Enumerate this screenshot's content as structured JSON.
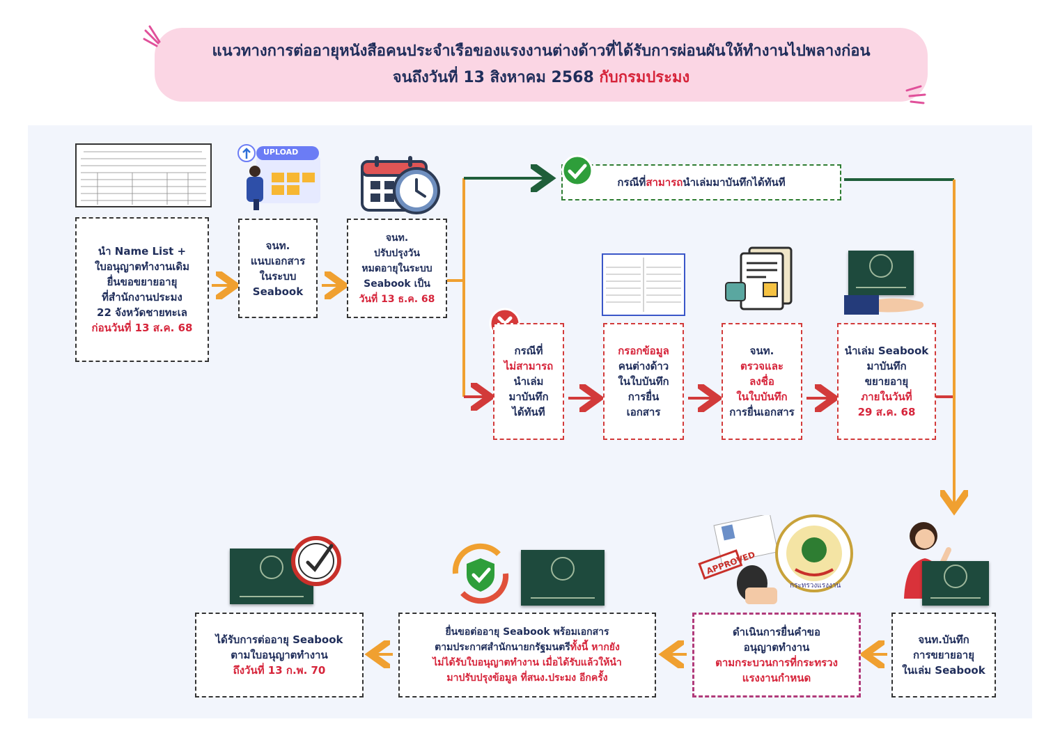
{
  "title": {
    "line1": "แนวทางการต่ออายุหนังสือคนประจำเรือของแรงงานต่างด้าวที่ได้รับการผ่อนผันให้ทำงานไปพลางก่อน",
    "line2_main": "จนถึงวันที่ 13 สิงหาคม 2568 ",
    "line2_red": "กับกรมประมง"
  },
  "upload_label": "UPLOAD",
  "step1": {
    "l1": "นำ Name List +",
    "l2": "ใบอนุญาตทำงานเดิม",
    "l3": "ยื่นขอขยายอายุ",
    "l4": "ที่สำนักงานประมง",
    "l5": "22 จังหวัดชายทะเล",
    "l6": "ก่อนวันที่ 13 ส.ค. 68"
  },
  "step2": {
    "l1": "จนท.",
    "l2": "แนบเอกสาร",
    "l3": "ในระบบ",
    "l4": "Seabook"
  },
  "step3": {
    "l1": "จนท.",
    "l2": "ปรับปรุงวัน",
    "l3": "หมดอายุในระบบ",
    "l4": "Seabook เป็น",
    "l5": "วันที่ 13 ธ.ค. 68"
  },
  "case_yes": {
    "pre": "กรณีที่",
    "red": "สามารถ",
    "post": "นำเล่มมาบันทึกได้ทันที"
  },
  "case_no": {
    "l1": "กรณีที่",
    "l2": "ไม่สามารถ",
    "l3": "นำเล่ม",
    "l4": "มาบันทึก",
    "l5": "ได้ทันที"
  },
  "fill_form": {
    "l1": "กรอกข้อมูล",
    "l2": "คนต่างด้าว",
    "l3": "ในใบบันทึก",
    "l4": "การยื่น",
    "l5": "เอกสาร"
  },
  "check_sign": {
    "l1": "จนท.",
    "l2": "ตรวจและ",
    "l3": "ลงชื่อ",
    "l4": "ในใบบันทึก",
    "l5": "การยื่นเอกสาร"
  },
  "bring_book": {
    "l1": "นำเล่ม Seabook",
    "l2": "มาบันทึก",
    "l3": "ขยายอายุ",
    "l4": "ภายในวันที่",
    "l5": "29 ส.ค. 68"
  },
  "record": {
    "l1": "จนท.บันทึก",
    "l2": "การขยายอายุ",
    "l3": "ในเล่ม Seabook"
  },
  "work_permit": {
    "l1": "ดำเนินการยื่นคำขอ",
    "l2": "อนุญาตทำงาน",
    "l3": "ตามกระบวนการที่กระทรวง",
    "l4": "แรงงานกำหนด"
  },
  "submit_extend": {
    "l1": "ยื่นขอต่ออายุ Seabook พร้อมเอกสาร",
    "l2a": "ตามประกาศสำนักนายกรัฐมนตรี",
    "l2b": "ทั้งนี้ หากยัง",
    "l3": "ไม่ได้รับใบอนุญาตทำงาน เมื่อได้รับแล้วให้นำ",
    "l4": "มาปรับปรุงข้อมูล ที่สนง.ประมง อีกครั้ง"
  },
  "result": {
    "l1": "ได้รับการต่ออายุ Seabook",
    "l2": "ตามใบอนุญาตทำงาน",
    "l3": "ถึงวันที่ 13 ก.พ. 70"
  },
  "approved_stamp": "APPROVED",
  "seal_text": "กระทรวงแรงงาน",
  "colors": {
    "orange": "#f0a030",
    "green": "#1f5e3a",
    "red": "#d23a3a",
    "navy": "#1f2d5a",
    "pink": "#fbd6e4",
    "panel": "#f2f5fc"
  },
  "icons": [
    "document-icon",
    "upload-icon",
    "calendar-clock-icon",
    "check-circle-icon",
    "cross-circle-icon",
    "form-icon",
    "document-stack-icon",
    "seabook-hand-icon",
    "officer-icon",
    "approved-stamp-icon",
    "ministry-seal-icon",
    "shield-refresh-icon",
    "seabook-icon",
    "clock-check-icon"
  ]
}
